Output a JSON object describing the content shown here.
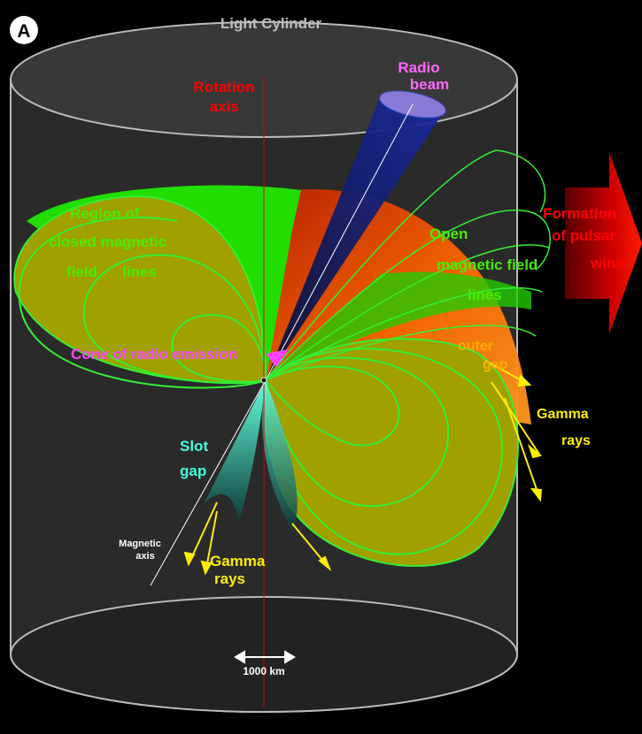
{
  "panel_label": "A",
  "labels": {
    "light_cylinder": "Light  Cylinder",
    "rotation_axis": [
      "Rotation",
      "axis"
    ],
    "radio_beam": [
      "Radio",
      "beam"
    ],
    "closed_region": [
      "Region  of",
      "closed  magnetic",
      "field      lines"
    ],
    "open_lines": [
      "Open",
      "magnetic field",
      "lines"
    ],
    "pulsar_wind": [
      "Formation",
      "of pulsar",
      "wind"
    ],
    "cone_radio": "Cone of radio emission",
    "outer_gap": [
      "outer",
      "gap"
    ],
    "gamma_rays_right": [
      "Gamma",
      "rays"
    ],
    "slot_gap": [
      "Slot",
      "gap"
    ],
    "magnetic_axis": [
      "Magnetic",
      "axis"
    ],
    "gamma_rays_bottom": [
      "Gamma",
      "rays"
    ],
    "scale": "1000 km"
  },
  "colors": {
    "rotation_axis": "#dd0000",
    "closed_region_text": "#44ee00",
    "cone_text": "#ff44ff",
    "radio_text": "#ff66ff",
    "gamma_text": "#ffee00",
    "outer_gap_text": "#ffaa00",
    "slot_text": "#44ffdd",
    "wind_text": "#ff0000",
    "lobe_fill": "#a0a000",
    "field_line": "#33dd33"
  }
}
